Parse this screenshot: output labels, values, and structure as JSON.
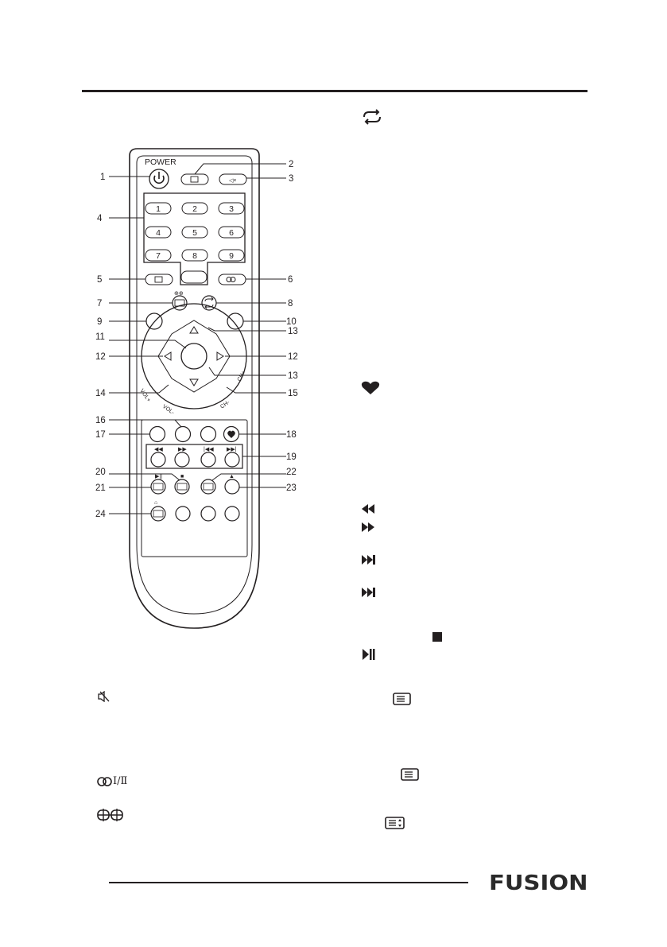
{
  "brand": {
    "logo_text": "FUSION"
  },
  "remote": {
    "power_label": "POWER",
    "digits": [
      "1",
      "2",
      "3",
      "4",
      "5",
      "6",
      "7",
      "8",
      "9"
    ],
    "callouts": [
      "1",
      "2",
      "3",
      "4",
      "5",
      "6",
      "7",
      "8",
      "9",
      "10",
      "11",
      "12",
      "12",
      "13",
      "13",
      "14",
      "15",
      "16",
      "17",
      "18",
      "19",
      "20",
      "21",
      "22",
      "23",
      "24"
    ],
    "side_labels": {
      "vol_plus": "VOL+",
      "vol_minus": "VOL-",
      "ch_plus": "CH+",
      "ch_minus": "CH-"
    }
  },
  "right_column_icons": [
    "repeat-icon",
    "heart-icon",
    "rewind-icon",
    "fast-forward-icon",
    "next-track-icon",
    "next-track-icon",
    "stop-icon",
    "play-pause-icon",
    "teletext-icon",
    "teletext-icon",
    "teletext-size-icon"
  ],
  "left_column_icons": [
    "mute-icon",
    "audio-mode-icon",
    "subtitle-icon"
  ],
  "audio_mode_symbol": "Ⅰ/Ⅱ"
}
